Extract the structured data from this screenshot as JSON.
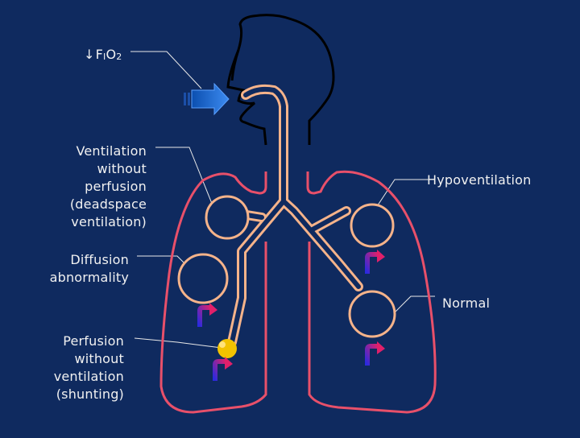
{
  "labels": {
    "fio2_arrow": "↓",
    "fio2_f": "F",
    "fio2_i": "I",
    "fio2_o": "O",
    "fio2_2": "2",
    "deadspace": "Ventilation\nwithout\nperfusion\n(deadspace\nventilation)",
    "diffusion": "Diffusion\nabnormality",
    "shunting": "Perfusion\nwithout\nventilation\n(shunting)",
    "hypoventilation": "Hypoventilation",
    "normal": "Normal"
  },
  "colors": {
    "background": "#0f2a5f",
    "head_outline": "#000000",
    "airway": "#f5b38a",
    "lung_outline": "#e8506a",
    "inspired_arrow": "#1f6fd6",
    "blood_arrow_from": "#2a2ae0",
    "blood_arrow_to": "#e0206a",
    "shunt_blob": "#f2c200",
    "leader_line": "#e8e8e8"
  }
}
